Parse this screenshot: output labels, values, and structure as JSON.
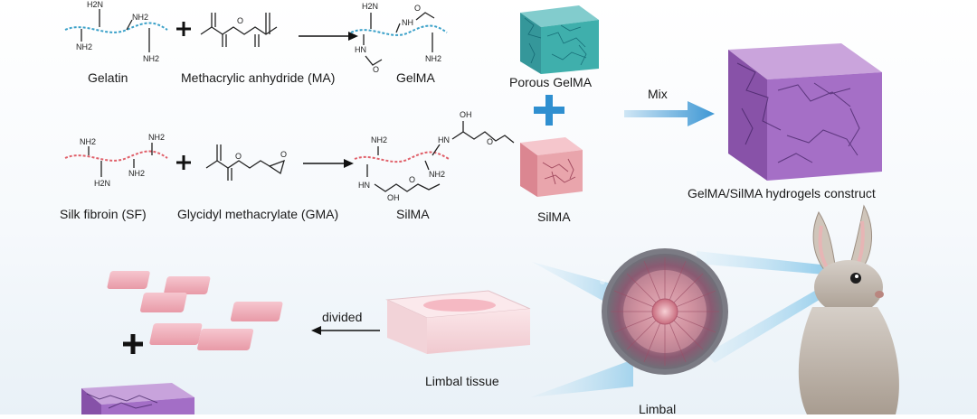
{
  "row1": {
    "gelatin": "Gelatin",
    "ma": "Methacrylic anhydride (MA)",
    "gelma": "GelMA",
    "porous_gelma": "Porous GelMA"
  },
  "row2": {
    "sf": "Silk fibroin (SF)",
    "gma": "Glycidyl methacrylate (GMA)",
    "silma": "SilMA",
    "silma_cube": "SilMA"
  },
  "mix": {
    "label": "Mix",
    "construct": "GelMA/SilMA hydrogels construct"
  },
  "bottom": {
    "divided": "divided",
    "limbal_tissue": "Limbal tissue",
    "limbal": "Limbal"
  },
  "chem": {
    "nh2": "NH2",
    "h2n": "H2N",
    "nh": "NH",
    "hn": "HN",
    "oh": "OH",
    "o": "O"
  },
  "colors": {
    "teal_cube": "#2aa6a3",
    "purple_cube": "#9b5fc0",
    "pink_cube": "#e8a0a8",
    "arrow_blue": "#4fa3d8",
    "gelatin_chain": "#3aa0c8",
    "sf_chain": "#e0606a"
  }
}
